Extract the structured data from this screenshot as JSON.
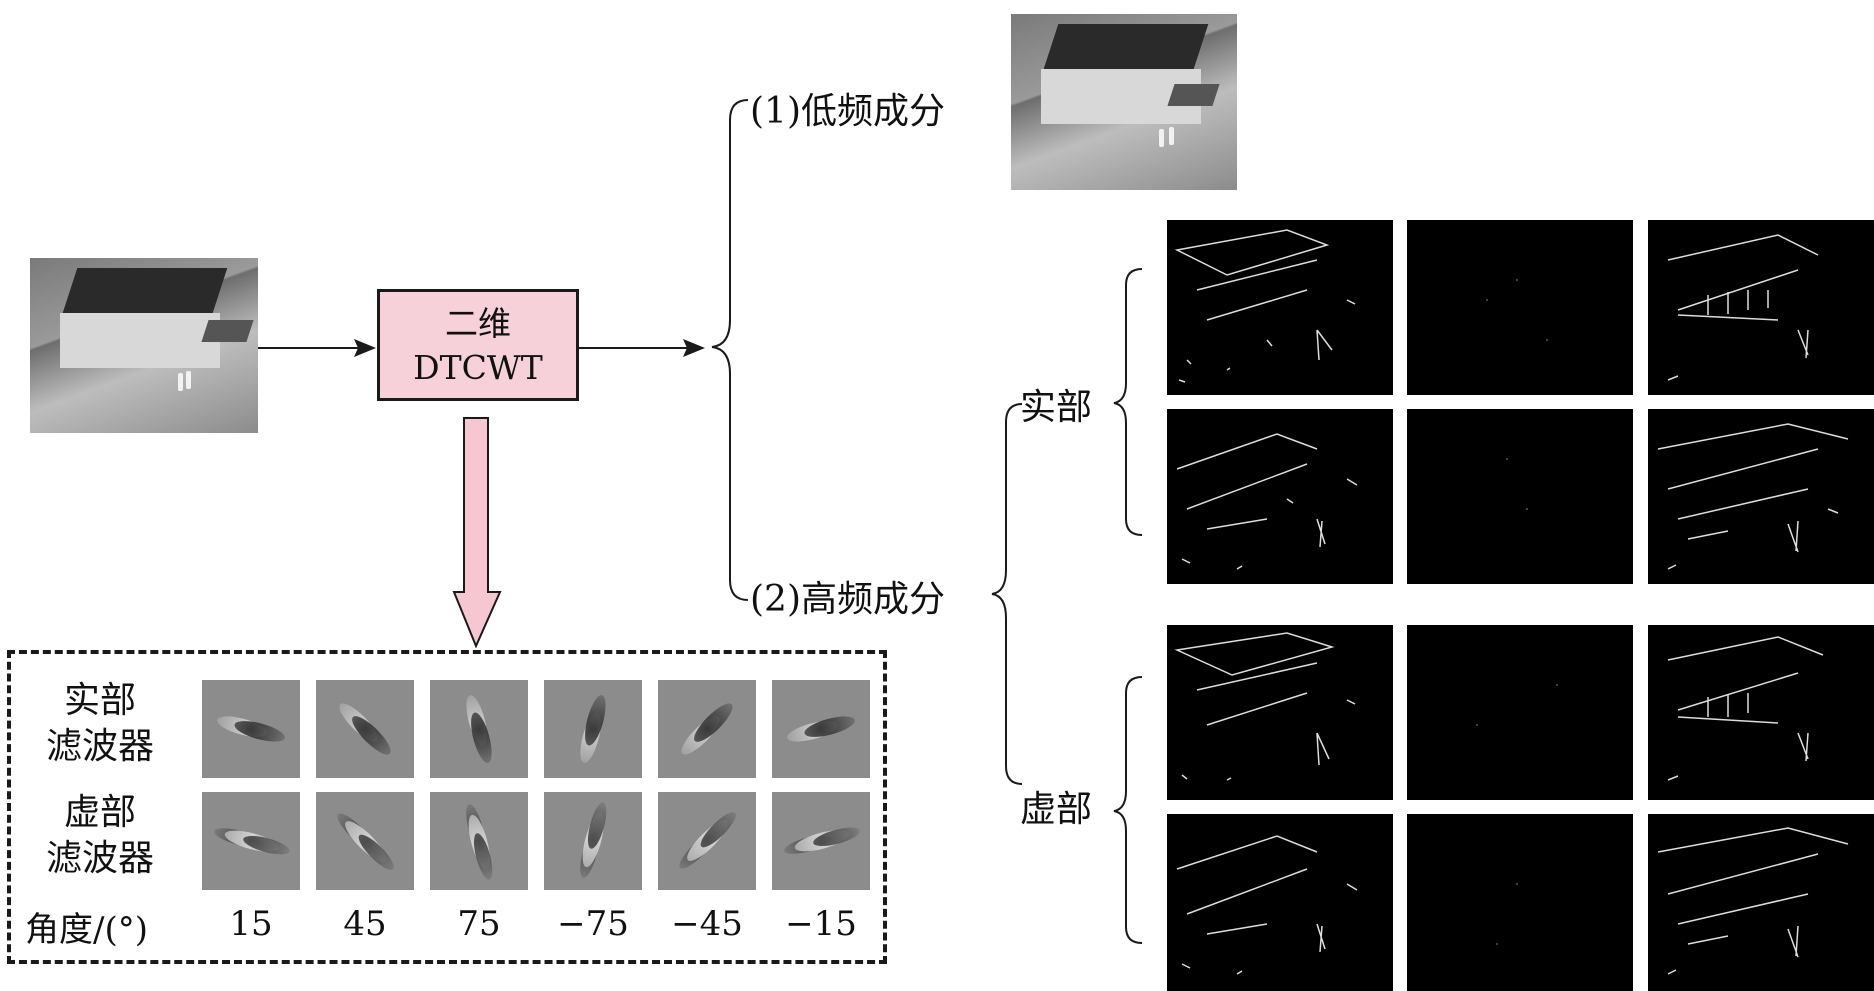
{
  "transform_box": {
    "line1": "二维",
    "line2": "DTCWT"
  },
  "branches": {
    "low": "(1)低频成分",
    "high": "(2)高频成分",
    "real": "实部",
    "imag": "虚部"
  },
  "filters": {
    "real_label": [
      "实部",
      "滤波器"
    ],
    "imag_label": [
      "虚部",
      "滤波器"
    ],
    "angle_label": "角度/(°)",
    "angles": [
      "15",
      "45",
      "75",
      "−75",
      "−45",
      "−15"
    ]
  },
  "colors": {
    "box_fill": "#f6d1da",
    "arrow_fill": "#f6c6d1",
    "line": "#1a1a1a"
  }
}
